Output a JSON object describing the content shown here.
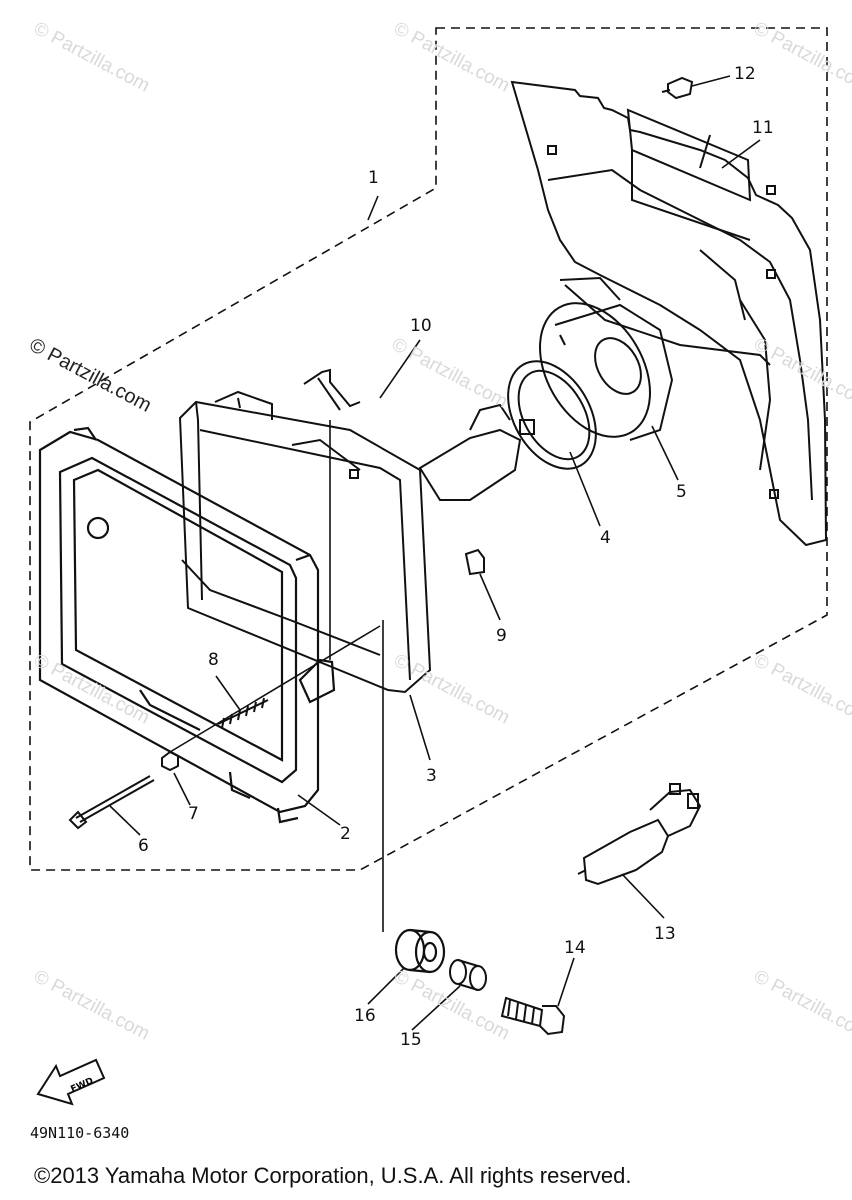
{
  "watermark": "© Partzilla.com",
  "callouts": [
    "1",
    "2",
    "3",
    "4",
    "5",
    "6",
    "7",
    "8",
    "9",
    "10",
    "11",
    "12",
    "13",
    "14",
    "15",
    "16"
  ],
  "arrow_label": "FWD",
  "part_code": "49N110-6340",
  "copyright": "©2013 Yamaha Motor Corporation, U.S.A. All rights reserved."
}
